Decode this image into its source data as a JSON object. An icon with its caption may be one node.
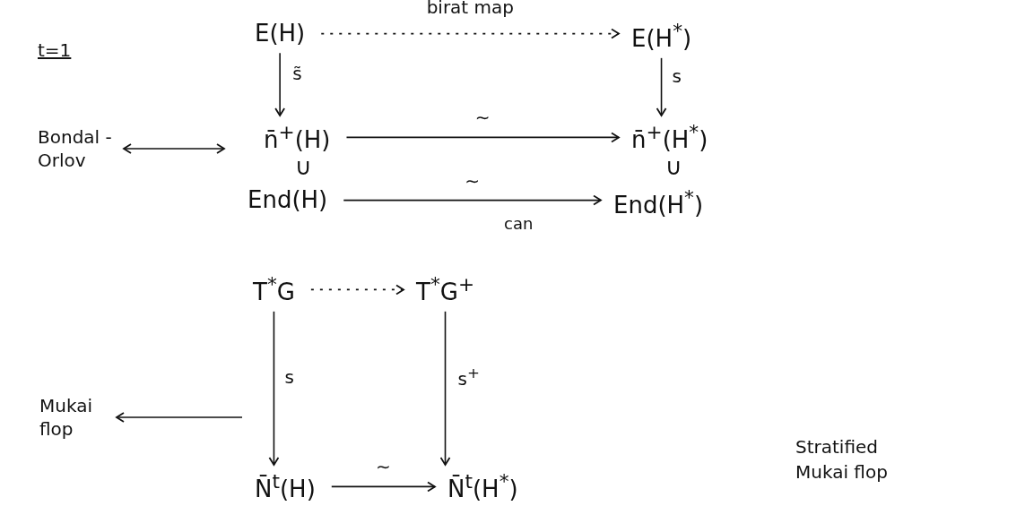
{
  "diagram": {
    "nodes": [
      {
        "text": [
          "E(H)"
        ]
      },
      {
        "text": [
          "E(H$^{*}$)"
        ]
      },
      {
        "text": [
          "n̄$^{+}$(H)"
        ]
      },
      {
        "text": [
          "n̄$^{+}$(H$^{*}$)"
        ]
      },
      {
        "text": [
          "End(H)"
        ]
      },
      {
        "text": [
          "End(H$^{*}$)"
        ]
      },
      {
        "text": [
          "T$^{*}$G"
        ]
      },
      {
        "text": [
          "T$^{*}$G$^{+}$"
        ]
      },
      {
        "text": [
          "N̄$^{t}$(H)"
        ]
      },
      {
        "text": [
          "N̄$^{t}$(H$^{*}$)"
        ]
      },
      {
        "text": [
          "Bondal -Orlov"
        ]
      },
      {
        "text": [
          "Mukai flop"
        ]
      }
    ],
    "edges": [
      {
        "from": 0,
        "to": 1,
        "arrow": "to",
        "label": "birat map",
        "style": "dashed"
      },
      {
        "from": 0,
        "to": 2,
        "arrow": "to",
        "label": "s̃"
      },
      {
        "from": 1,
        "to": 3,
        "arrow": "to",
        "label": "s"
      },
      {
        "from": 2,
        "to": 3,
        "arrow": "to",
        "label": "∼"
      },
      {
        "from": 4,
        "to": 5,
        "arrow": "to",
        "label": "∼"
      },
      {
        "from": 6,
        "to": 7,
        "arrow": "to",
        "style": "dashed"
      },
      {
        "from": 6,
        "to": 8,
        "arrow": "to",
        "label": "s"
      },
      {
        "from": 7,
        "to": 9,
        "arrow": "to",
        "label": "s$^{+}$"
      },
      {
        "from": 8,
        "to": 9,
        "arrow": "to",
        "label": "∼"
      },
      {
        "from": 10,
        "to": null,
        "arrow": "both"
      },
      {
        "from": null,
        "to": 11,
        "arrow": "to"
      }
    ],
    "labels": [
      "t=1",
      "∪",
      "∪",
      "can",
      "Stratified Mukai flop"
    ]
  }
}
